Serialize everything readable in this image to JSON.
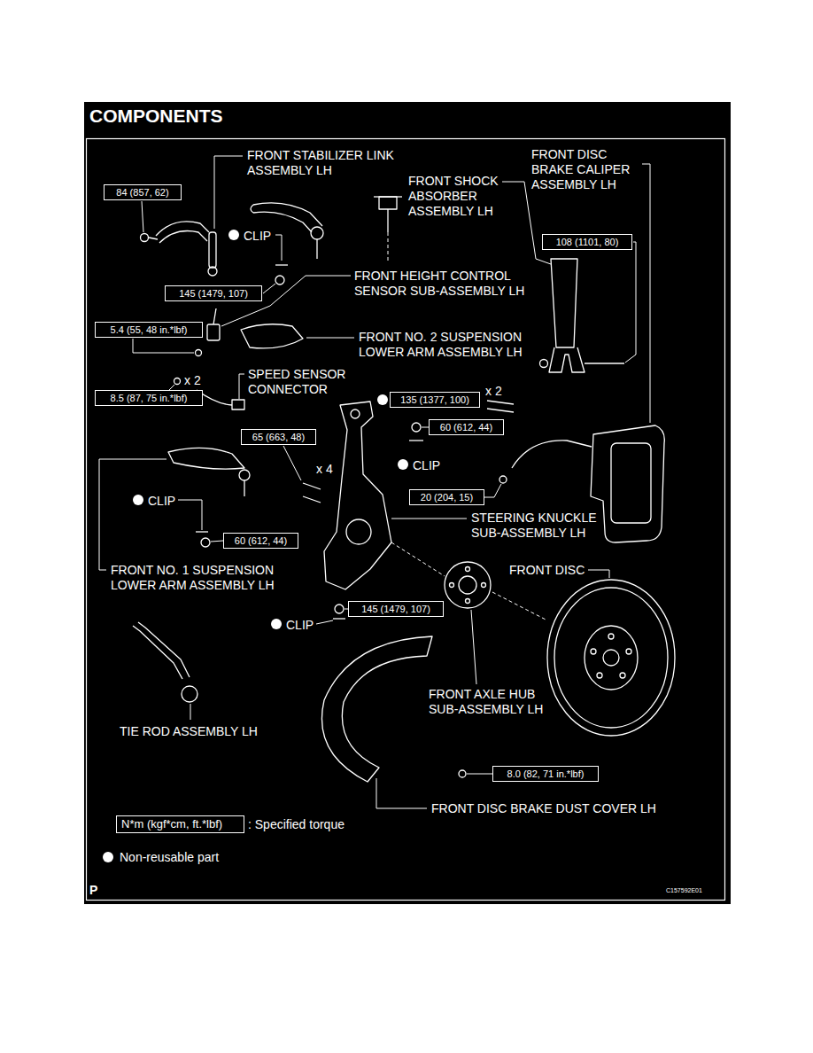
{
  "diagram": {
    "title": "COMPONENTS",
    "nodes": [
      {
        "text": [
          "84 (857, 62)"
        ]
      },
      {
        "text": [
          "108 (1101, 80)"
        ]
      },
      {
        "text": [
          "145 (1479, 107)"
        ]
      },
      {
        "text": [
          "5.4 (55, 48 in.*lbf)"
        ]
      },
      {
        "text": [
          "8.5 (87, 75 in.*lbf)"
        ]
      },
      {
        "text": [
          "135 (1377, 100)"
        ]
      },
      {
        "text": [
          "60 (612, 44)"
        ]
      },
      {
        "text": [
          "65 (663, 48)"
        ]
      },
      {
        "text": [
          "20 (204, 15)"
        ]
      },
      {
        "text": [
          "60 (612, 44)"
        ]
      },
      {
        "text": [
          "145 (1479, 107)"
        ]
      },
      {
        "text": [
          "8.0 (82, 71 in.*lbf)"
        ]
      },
      {
        "text": [
          "N*m (kgf*cm, ft.*lbf)"
        ]
      }
    ],
    "labels": [
      "FRONT STABILIZER LINK ASSEMBLY LH",
      "FRONT DISC BRAKE CALIPER ASSEMBLY LH",
      "FRONT SHOCK ABSORBER ASSEMBLY LH",
      "CLIP",
      "FRONT HEIGHT CONTROL SENSOR SUB-ASSEMBLY LH",
      "FRONT NO. 2 SUSPENSION LOWER ARM ASSEMBLY LH",
      "SPEED SENSOR CONNECTOR",
      "x 2",
      "x 2",
      "x 4",
      "CLIP",
      "STEERING KNUCKLE SUB-ASSEMBLY LH",
      "CLIP",
      "FRONT NO. 1 SUSPENSION LOWER ARM ASSEMBLY LH",
      "FRONT DISC",
      "CLIP",
      "FRONT AXLE HUB SUB-ASSEMBLY LH",
      "TIE ROD ASSEMBLY LH",
      "FRONT DISC BRAKE DUST COVER LH",
      "P",
      "C157592E01"
    ],
    "legend": [
      {
        "text": ": Specified torque"
      },
      {
        "text": "Non-reusable part"
      }
    ]
  }
}
